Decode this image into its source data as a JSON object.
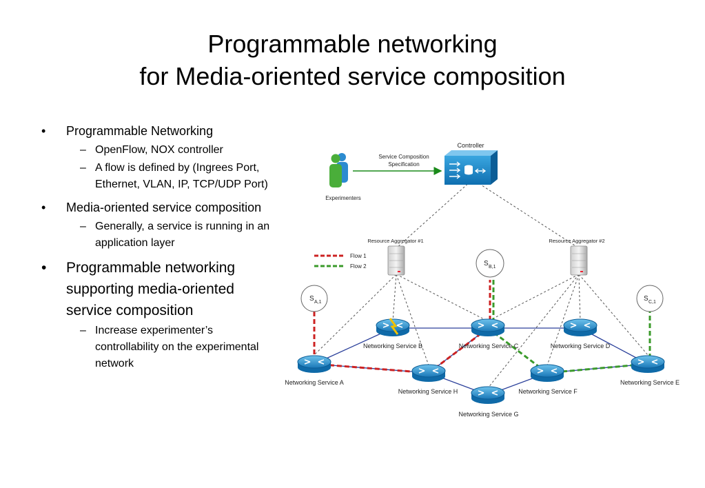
{
  "title": {
    "line1": "Programmable networking",
    "line2": "for Media-oriented service composition"
  },
  "bullets": {
    "b1": {
      "text": "Programmable Networking",
      "subs": [
        "OpenFlow, NOX controller",
        "A flow is defined by (Ingrees Port, Ethernet, VLAN, IP, TCP/UDP Port)"
      ]
    },
    "b2": {
      "text": "Media-oriented service composition",
      "subs": [
        "Generally, a service is running in an application layer"
      ]
    },
    "b3": {
      "text": "Programmable networking supporting media-oriented service composition",
      "subs": [
        "Increase experimenter’s controllability on the experimental network"
      ]
    },
    "bullet_glyph": "•",
    "dash_glyph": "–"
  },
  "diagram": {
    "controller": "Controller",
    "spec_line1": "Service Composition",
    "spec_line2": "Specification",
    "experimenters": "Experimenters",
    "agg1": "Resource Aggregator #1",
    "agg2": "Resource Aggregator #2",
    "flow1": "Flow 1",
    "flow2": "Flow 2",
    "flow1_color": "#cc2222",
    "flow2_color": "#3a9a2a",
    "sa": {
      "main": "S",
      "sub": "A,1"
    },
    "sb": {
      "main": "S",
      "sub": "B,1"
    },
    "sc": {
      "main": "S",
      "sub": "C,1"
    },
    "ns_a": "Networking Service A",
    "ns_b": "Networking Service B",
    "ns_c": "Networking Service C",
    "ns_d": "Networking Service D",
    "ns_e": "Networking Service E",
    "ns_f": "Networking Service F",
    "ns_g": "Networking Service G",
    "ns_h": "Networking Service H"
  }
}
